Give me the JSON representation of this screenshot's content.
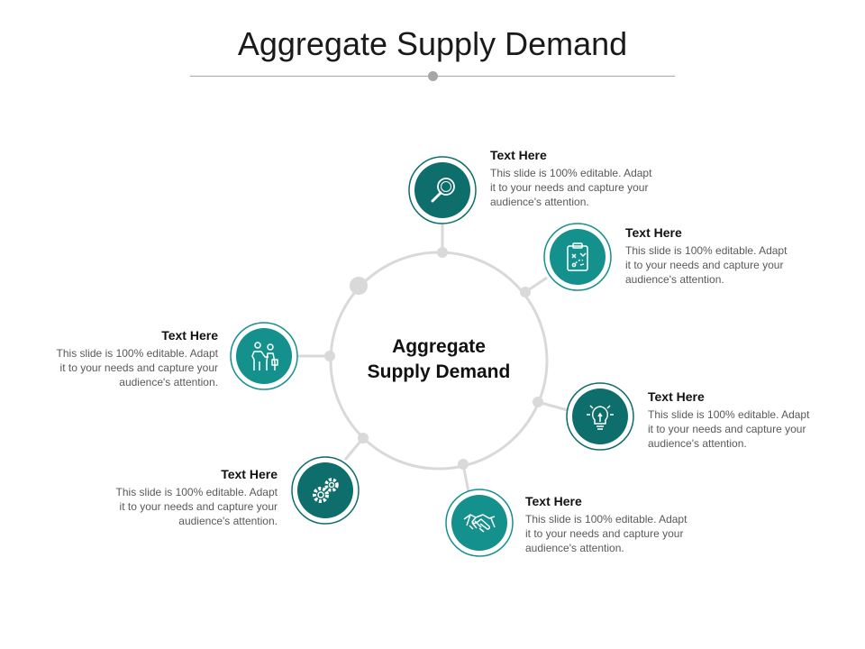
{
  "title": "Aggregate Supply Demand",
  "center": {
    "line1": "Aggregate",
    "line2": "Supply Demand"
  },
  "colors": {
    "dark": "#0e6e6b",
    "light": "#14918c",
    "ring": "#d9d9d9",
    "rule": "#a6a6a6"
  },
  "nodes": [
    {
      "icon": "magnifier-icon",
      "heading": "Text Here",
      "body": [
        "This slide is 100% editable. Adapt",
        "it to your needs and capture your",
        "audience's attention."
      ]
    },
    {
      "icon": "clipboard-strategy-icon",
      "heading": "Text Here",
      "body": [
        "This slide is 100% editable. Adapt",
        "it to your needs and capture your",
        "audience's attention."
      ]
    },
    {
      "icon": "lightbulb-icon",
      "heading": "Text Here",
      "body": [
        "This slide is 100% editable. Adapt",
        "it to your needs and capture your",
        "audience's attention."
      ]
    },
    {
      "icon": "handshake-icon",
      "heading": "Text Here",
      "body": [
        "This slide is 100% editable. Adapt",
        "it to your needs and capture your",
        "audience's attention."
      ]
    },
    {
      "icon": "gears-icon",
      "heading": "Text Here",
      "body": [
        "This slide is 100% editable. Adapt",
        "it to your needs and capture your",
        "audience's attention."
      ]
    },
    {
      "icon": "business-people-icon",
      "heading": "Text Here",
      "body": [
        "This slide is 100% editable. Adapt",
        "it to your needs and capture your",
        "audience's attention."
      ]
    }
  ]
}
